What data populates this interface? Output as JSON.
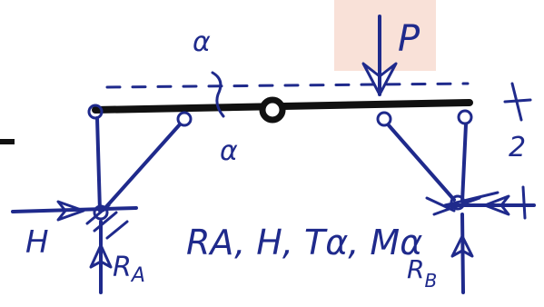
{
  "labels": {
    "alpha_top": "α",
    "alpha_bottom": "α",
    "load": "P",
    "dim": "2",
    "thrust": "H",
    "reaction_a": "RA",
    "reaction_b": "RB",
    "unknowns": "RA, H, Tα, Mα"
  },
  "colors": {
    "ink": "#1f2a8c",
    "beam": "#111111",
    "paper": "#ffffff",
    "highlight": "#f4c9b8"
  }
}
